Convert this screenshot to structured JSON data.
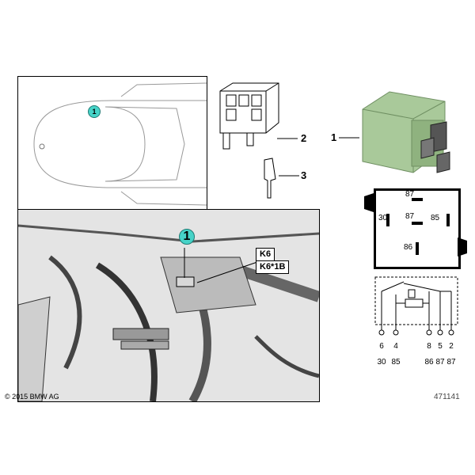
{
  "copyright": "© 2015 BMW AG",
  "ref_id": "471141",
  "callouts": {
    "c1": "1",
    "c2": "2",
    "c3": "3"
  },
  "location_badge": "1",
  "photo_badge": "1",
  "photo_labels": {
    "k6": "K6",
    "k6_1b": "K6*1B"
  },
  "pins": {
    "top": "87",
    "left": "30",
    "center": "87",
    "right": "85",
    "bottom": "86"
  },
  "schematic": {
    "terminal_numbers": [
      "6",
      "4",
      "8",
      "5",
      "2"
    ],
    "terminal_designations": [
      "30",
      "85",
      "86",
      "87",
      "87"
    ]
  },
  "colors": {
    "relay_green": "#a9c99a",
    "badge_teal": "#46d3c8"
  }
}
